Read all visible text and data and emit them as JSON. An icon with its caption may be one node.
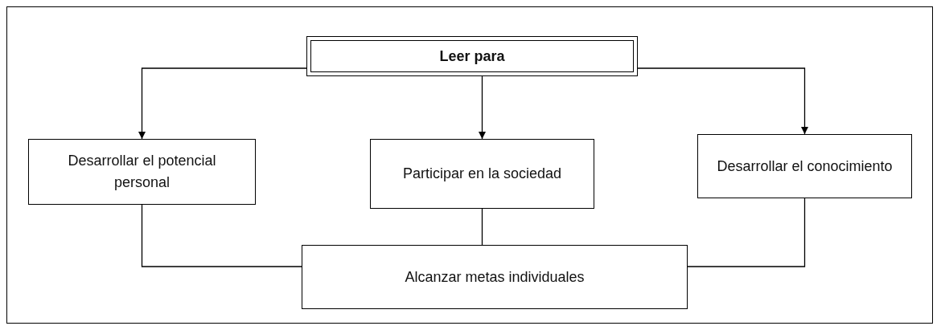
{
  "diagram": {
    "nodes": [
      {
        "text": [
          "Leer para"
        ]
      },
      {
        "text": [
          "Desarrollar el potencial personal"
        ]
      },
      {
        "text": [
          "Participar en la sociedad"
        ]
      },
      {
        "text": [
          "Desarrollar el conocimiento"
        ]
      },
      {
        "text": [
          "Alcanzar metas individuales"
        ]
      }
    ],
    "edges": [
      {
        "from": 0,
        "to": 1,
        "arrow": "to"
      },
      {
        "from": 0,
        "to": 2,
        "arrow": "to"
      },
      {
        "from": 0,
        "to": 3,
        "arrow": "to"
      },
      {
        "from": 1,
        "to": 4,
        "arrow": "none"
      },
      {
        "from": 2,
        "to": 4,
        "arrow": "none"
      },
      {
        "from": 3,
        "to": 4,
        "arrow": "none"
      }
    ]
  }
}
